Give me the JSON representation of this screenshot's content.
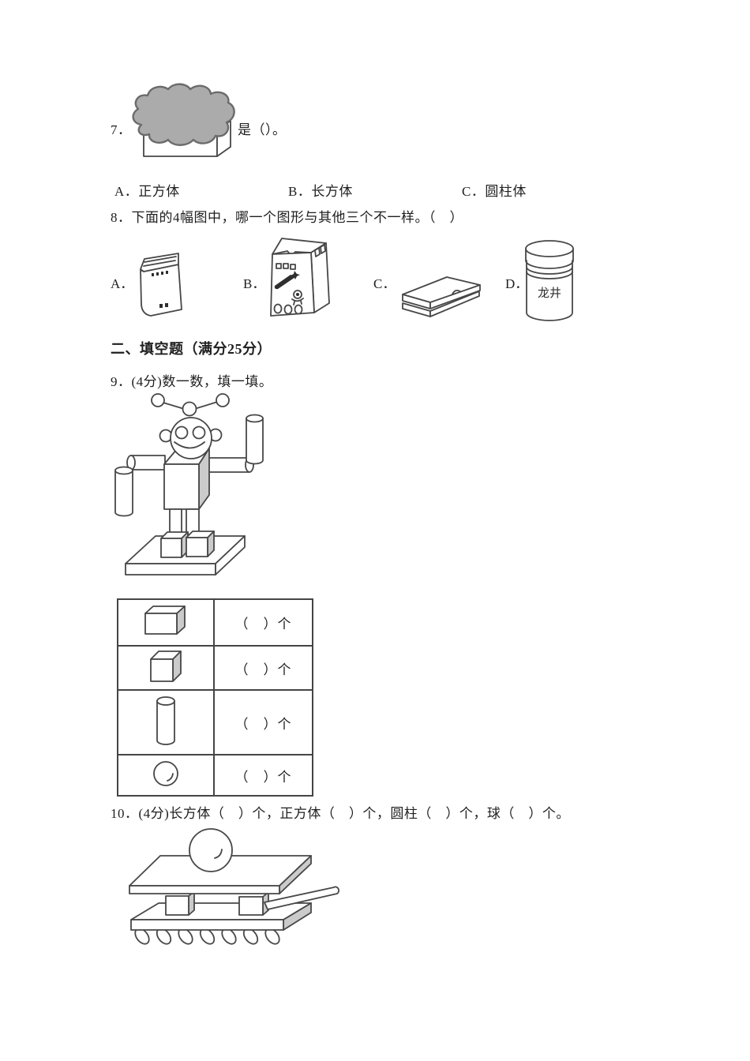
{
  "q7": {
    "number": "7．",
    "stem_after_figure": "是（）。",
    "options": [
      "A．正方体",
      "B．长方体",
      "C．圆柱体"
    ]
  },
  "q8": {
    "text": "8．下面的4幅图中，哪一个图形与其他三个不一样。（　）",
    "choice_labels": [
      "A．",
      "B．",
      "C．",
      "D．"
    ],
    "jar_text": "龙井"
  },
  "section2": {
    "title": "二、填空题（满分25分）"
  },
  "q9": {
    "text": "9．(4分)数一数，填一填。",
    "table_rows": [
      {
        "shape": "cuboid",
        "count_blank": "（　）个"
      },
      {
        "shape": "cube",
        "count_blank": "（　）个"
      },
      {
        "shape": "cylinder",
        "count_blank": "（　）个"
      },
      {
        "shape": "sphere",
        "count_blank": "（　）个"
      }
    ]
  },
  "q10": {
    "text": "10．(4分)长方体（　）个，正方体（　）个，圆柱（　）个，球（　）个。"
  },
  "colors": {
    "text": "#1f1f1f",
    "line": "#474747",
    "cloud_fill": "#ababab",
    "shade_fill": "#cbcbcb",
    "background": "#ffffff"
  }
}
